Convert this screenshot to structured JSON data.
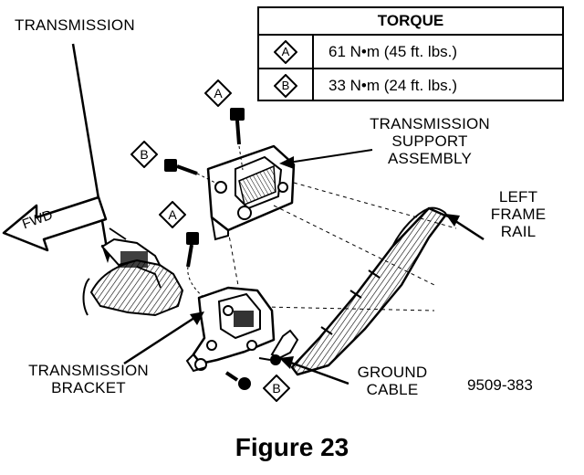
{
  "torque_table": {
    "header": "TORQUE",
    "rows": [
      {
        "key": "A",
        "value": "61 N•m (45 ft. lbs.)"
      },
      {
        "key": "B",
        "value": "33 N•m (24 ft. lbs.)"
      }
    ]
  },
  "labels": {
    "transmission": "TRANSMISSION",
    "transmission_support_line1": "TRANSMISSION",
    "transmission_support_line2": "SUPPORT",
    "transmission_support_line3": "ASSEMBLY",
    "left_frame_rail_line1": "LEFT",
    "left_frame_rail_line2": "FRAME",
    "left_frame_rail_line3": "RAIL",
    "transmission_bracket_line1": "TRANSMISSION",
    "transmission_bracket_line2": "BRACKET",
    "ground_cable_line1": "GROUND",
    "ground_cable_line2": "CABLE",
    "fwd": "FWD"
  },
  "callouts": {
    "a_top": "A",
    "b_left": "B",
    "a_mid": "A",
    "b_bottom": "B"
  },
  "reference_number": "9509-383",
  "figure_caption": "Figure 23"
}
